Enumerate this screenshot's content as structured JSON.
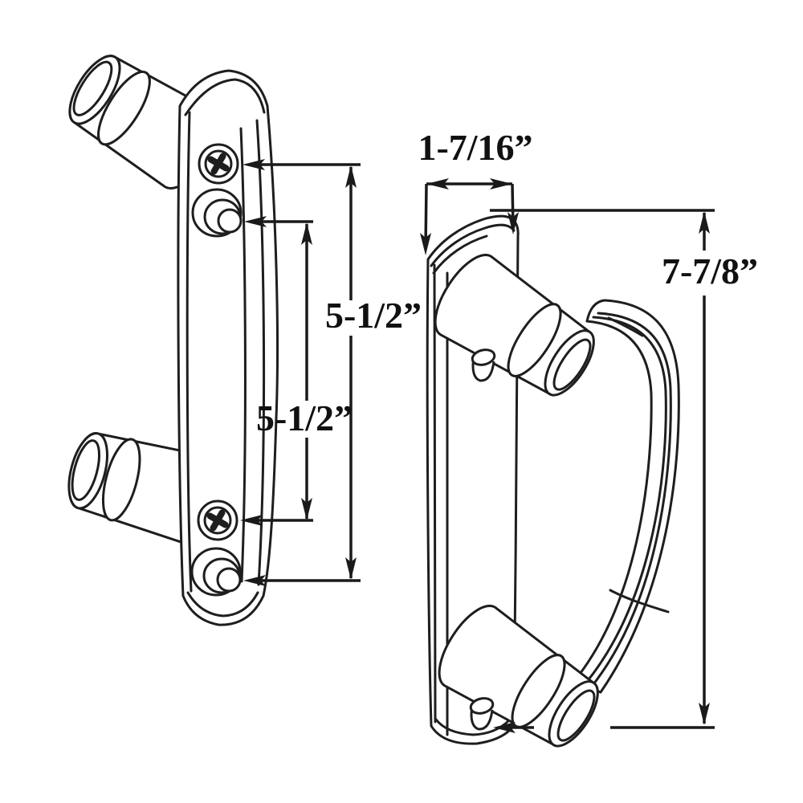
{
  "figure": {
    "background_color": "#ffffff",
    "line_color": "#1e1e1e",
    "label_color": "#111111",
    "views": {
      "left_view": "escutcheon-plate-with-screws-and-pins",
      "right_view": "pull-handle-with-mounting-posts"
    },
    "dimensions": {
      "handle_width": "1-7/16”",
      "handle_height": "7-7/8”",
      "spacing_outer": "5-1/2”",
      "spacing_inner": "5-1/2”"
    }
  }
}
